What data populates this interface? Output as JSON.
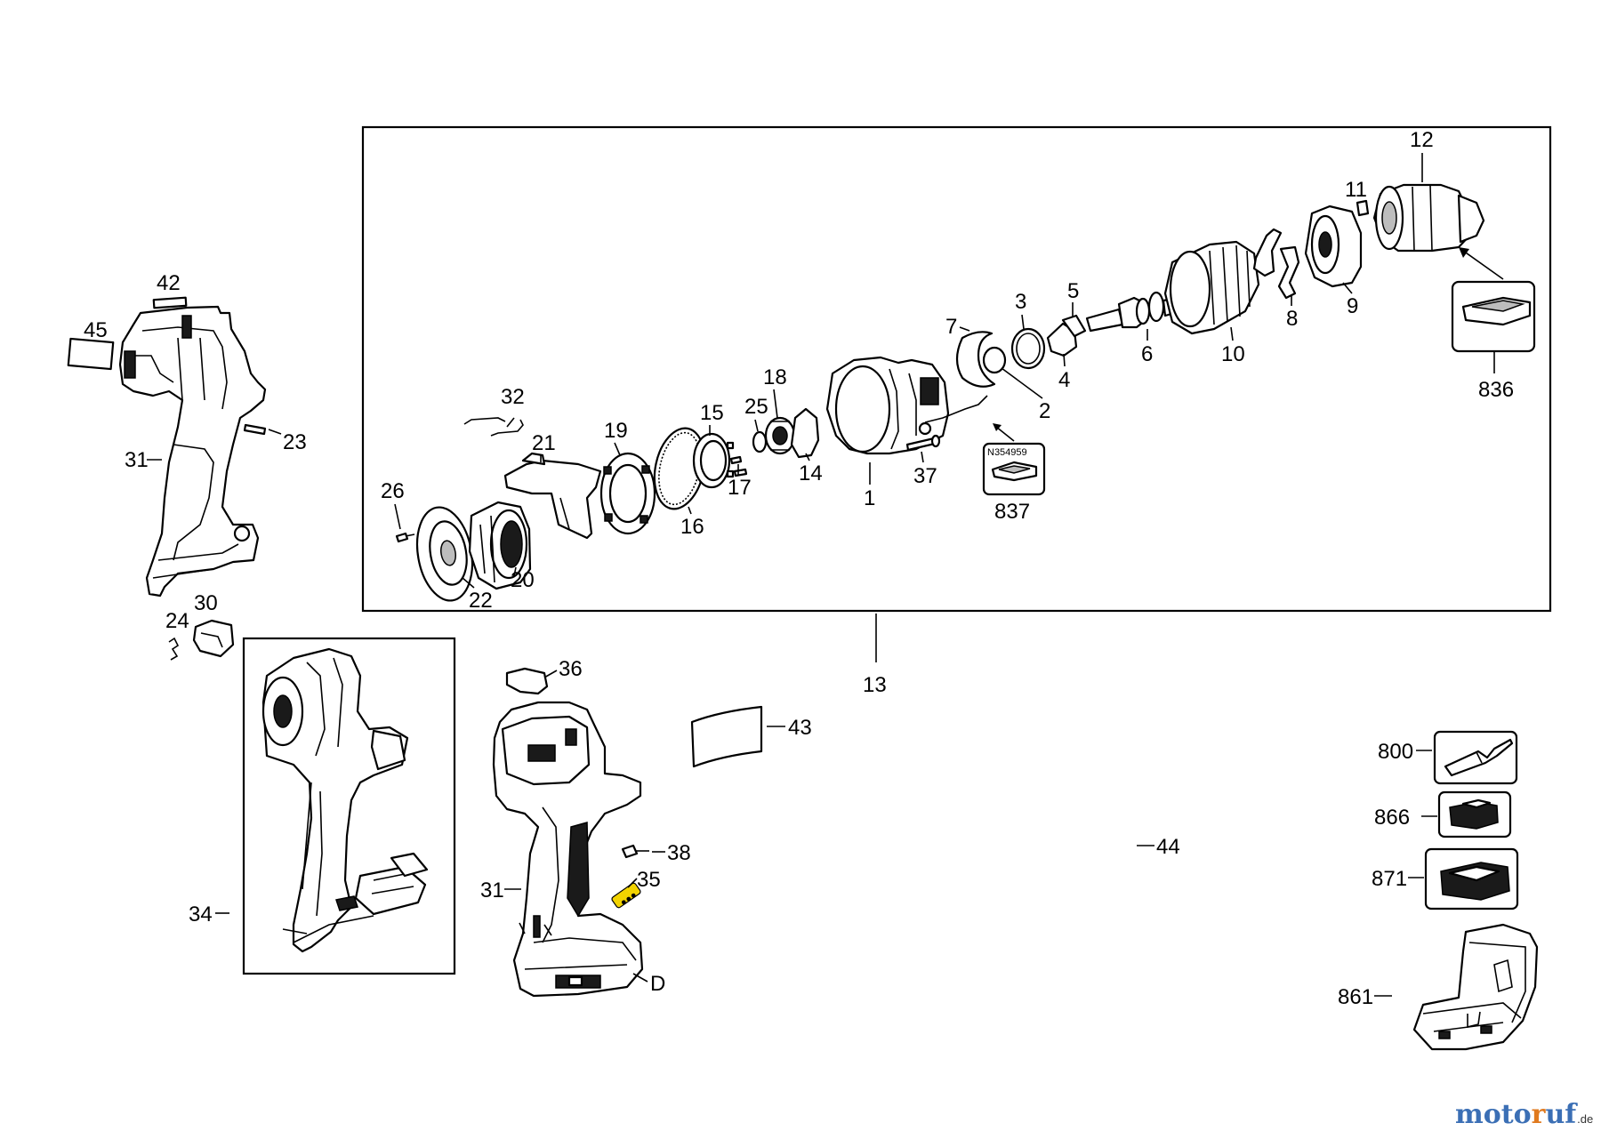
{
  "diagram": {
    "labels": {
      "l1": "1",
      "l2": "2",
      "l3": "3",
      "l4": "4",
      "l5": "5",
      "l6": "6",
      "l7": "7",
      "l8": "8",
      "l9": "9",
      "l10": "10",
      "l11": "11",
      "l12": "12",
      "l13": "13",
      "l14": "14",
      "l15": "15",
      "l16": "16",
      "l17": "17",
      "l18": "18",
      "l19": "19",
      "l20": "20",
      "l21": "21",
      "l22": "22",
      "l23": "23",
      "l24": "24",
      "l25": "25",
      "l26": "26",
      "l30": "30",
      "l31a": "31",
      "l31b": "31",
      "l32": "32",
      "l34": "34",
      "l35": "35",
      "l36": "36",
      "l37": "37",
      "l38": "38",
      "l42": "42",
      "l43": "43",
      "l44": "44",
      "l45": "45",
      "l800": "800",
      "l836": "836",
      "l837": "837",
      "l861": "861",
      "l866": "866",
      "l871": "871",
      "lD": "D"
    },
    "callout_837_code": "N354959"
  },
  "branding": {
    "part1": "moto",
    "part2": "r",
    "part3": "uf",
    "tld": ".de"
  },
  "colors": {
    "brand_blue": "#3b6fb5",
    "brand_orange": "#e07a1f",
    "highlight_yellow": "#f2d300"
  }
}
